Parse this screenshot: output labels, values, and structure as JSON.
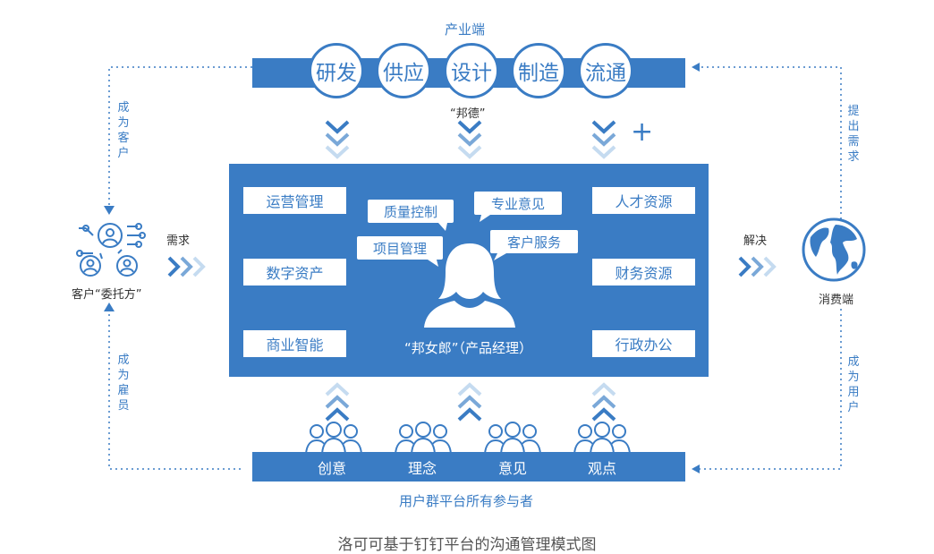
{
  "top": {
    "title": "产业端",
    "circles": [
      "研发",
      "供应",
      "设计",
      "制造",
      "流通"
    ],
    "sub_label": "“邦德”",
    "plus": "+"
  },
  "center": {
    "left_boxes": [
      "运营管理",
      "数字资产",
      "商业智能"
    ],
    "right_boxes": [
      "人才资源",
      "财务资源",
      "行政办公"
    ],
    "bubbles": [
      "质量控制",
      "专业意见",
      "项目管理",
      "客户服务"
    ],
    "person_label": "“邦女郎”（产品经理）"
  },
  "left": {
    "label": "客户“委托方”",
    "arrow_label": "需求",
    "top_vertical": "成为客户",
    "bottom_vertical": "成为雇员"
  },
  "right": {
    "label": "消费端",
    "arrow_label": "解决",
    "top_vertical": "提出需求",
    "bottom_vertical": "成为用户"
  },
  "bottom": {
    "items": [
      "创意",
      "理念",
      "意见",
      "观点"
    ],
    "title": "用户群平台所有参与者"
  },
  "caption": "洛可可基于钉钉平台的沟通管理模式图",
  "colors": {
    "primary": "#3a7cc4",
    "light": "#c5dbf0"
  }
}
